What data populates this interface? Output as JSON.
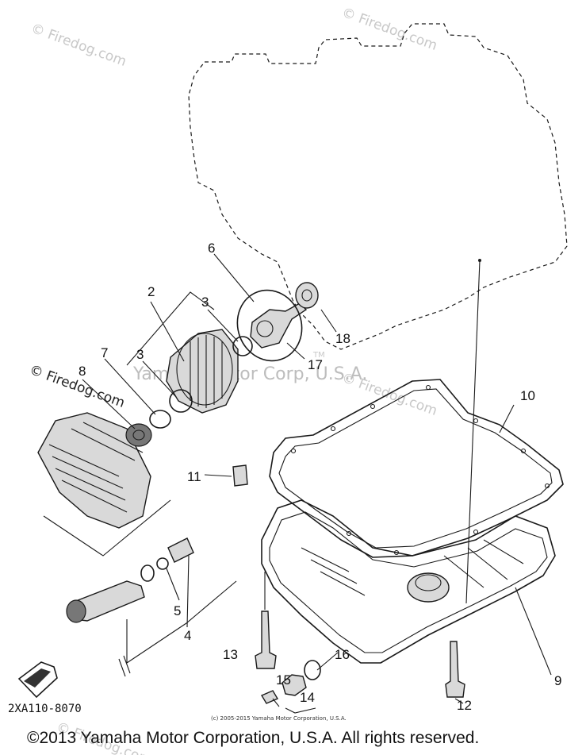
{
  "callouts": [
    "2",
    "3",
    "3",
    "4",
    "5",
    "6",
    "7",
    "8",
    "9",
    "10",
    "11",
    "12",
    "13",
    "14",
    "15",
    "16",
    "17",
    "18"
  ],
  "watermarks": {
    "site_a": "© Firedog.com",
    "site_b": "© Firedog.com",
    "site_c": "© Firedog.com",
    "site_d": "© Firedog.com",
    "site_mid": "© Firedog.com",
    "corp": "Yamaha Motor Corp, U.S.A.",
    "tm": "TM"
  },
  "diagram_code": "2XA110-8070",
  "small_copyright": "(c) 2005-2015 Yamaha Motor Corporation, U.S.A.",
  "copyright": "©2013 Yamaha Motor Corporation, U.S.A. All rights reserved.",
  "icons": {
    "front_arrow": "front-arrow-icon"
  },
  "colors": {
    "line": "#1a1a1a",
    "watermark": "#c8c8c8"
  }
}
